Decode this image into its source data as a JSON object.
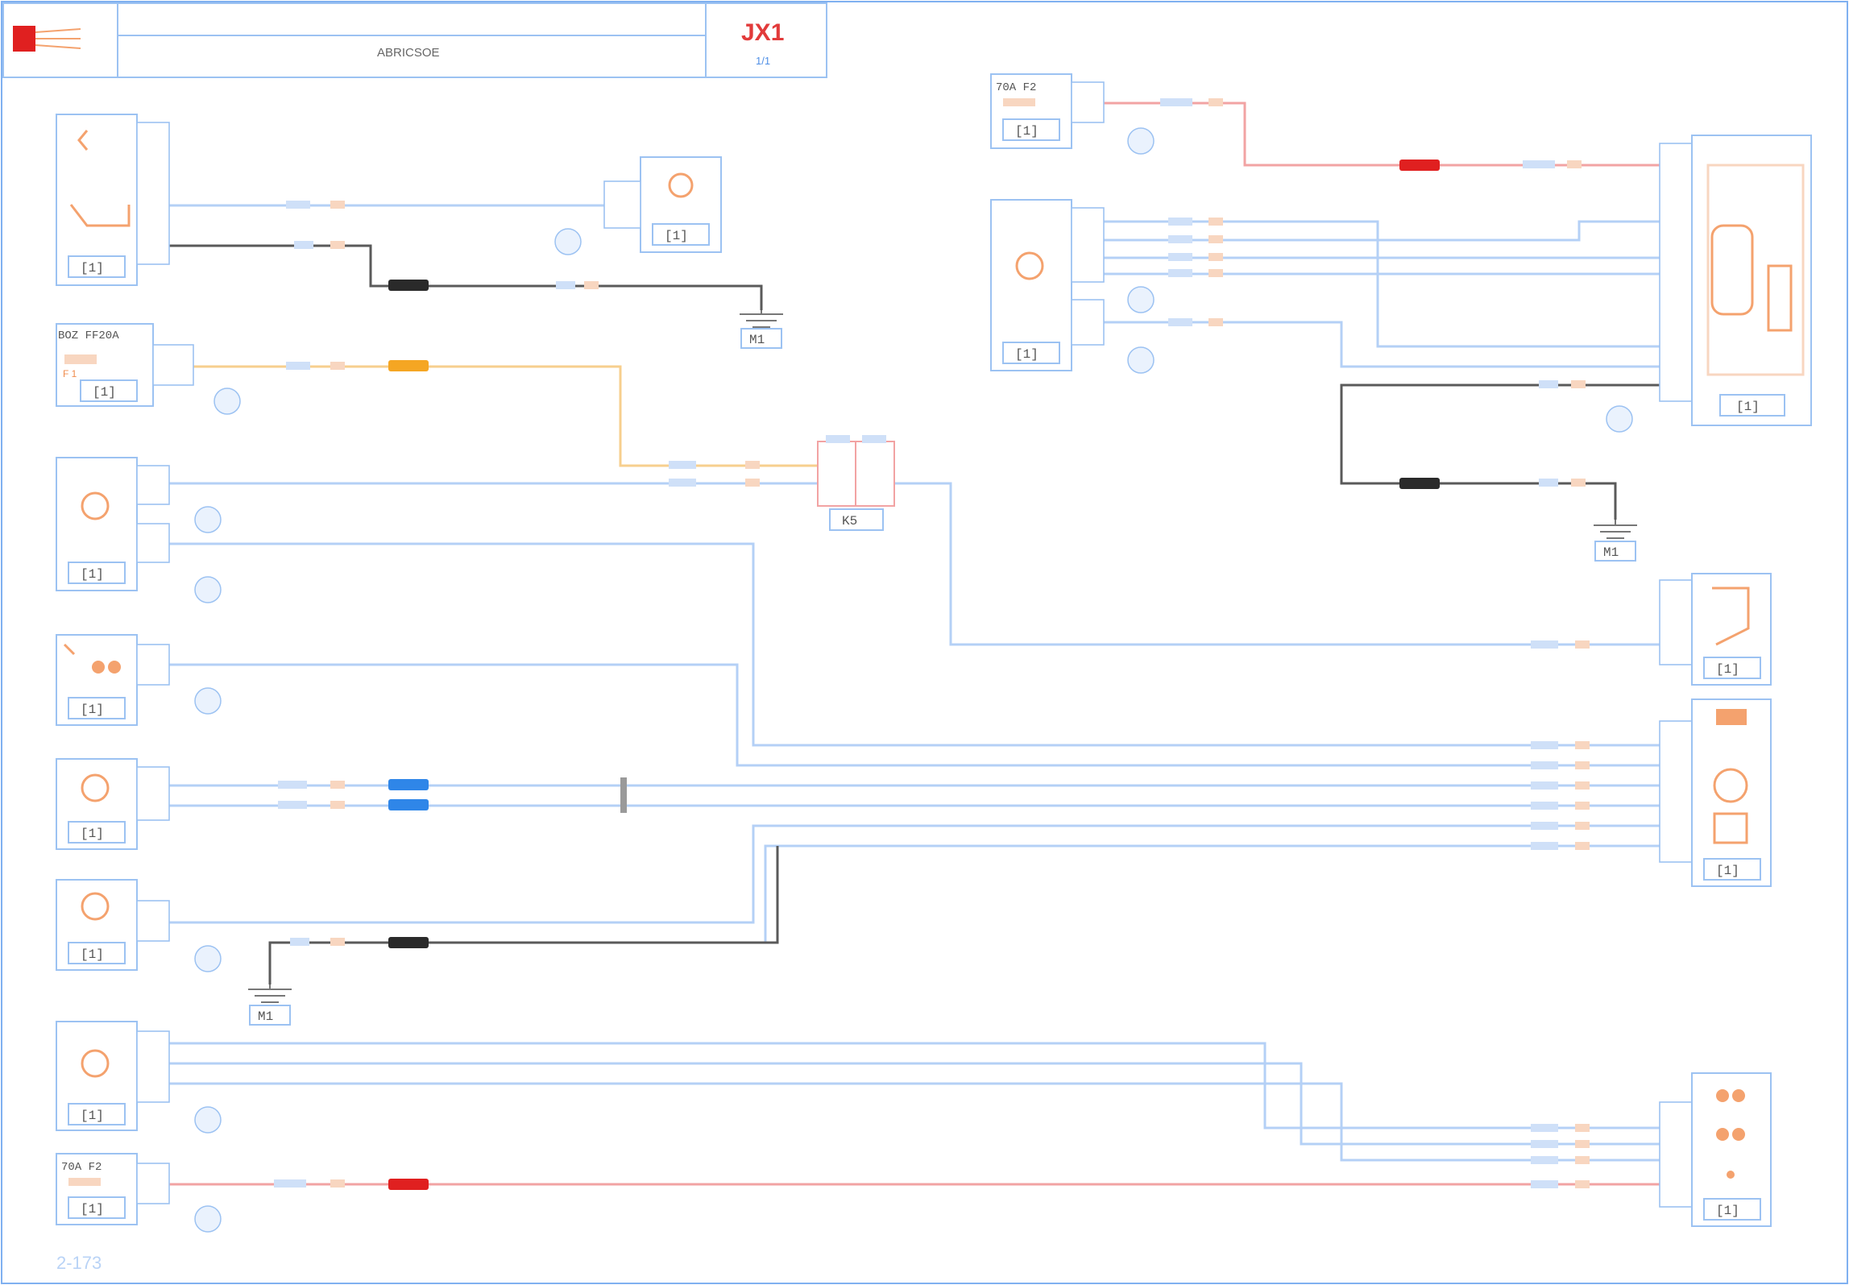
{
  "header": {
    "title": "ABRICSOE",
    "code": "JX1",
    "code_sub": "1/1"
  },
  "footer": {
    "page_ref": "2-173"
  },
  "components": [
    {
      "id": "c1",
      "tag": "[1]",
      "tagline": ""
    },
    {
      "id": "c2",
      "tag": "[1]",
      "tagline": ""
    },
    {
      "id": "c3",
      "tag": "[1]",
      "tagline": "BOZ  FF20A"
    },
    {
      "id": "c4",
      "tag": "[1]",
      "tagline": ""
    },
    {
      "id": "c5",
      "tag": "[1]",
      "tagline": ""
    },
    {
      "id": "c6",
      "tag": "[1]",
      "tagline": ""
    },
    {
      "id": "c7",
      "tag": "[1]",
      "tagline": ""
    },
    {
      "id": "c8",
      "tag": "[1]",
      "tagline": ""
    },
    {
      "id": "c9",
      "tag": "[1]",
      "tagline": "70A  F2"
    },
    {
      "id": "c10",
      "tag": "[1]",
      "tagline": "70A  F2"
    },
    {
      "id": "c11",
      "tag": "[1]",
      "tagline": ""
    },
    {
      "id": "c12",
      "tag": "[1]",
      "tagline": ""
    },
    {
      "id": "c13",
      "tag": "[1]",
      "tagline": ""
    },
    {
      "id": "c14",
      "tag": "[1]",
      "tagline": ""
    },
    {
      "id": "c15",
      "tag": "[1]",
      "tagline": ""
    }
  ],
  "grounds": [
    {
      "id": "g1",
      "label": "M1"
    },
    {
      "id": "g2",
      "label": "M1"
    },
    {
      "id": "g3",
      "label": "M1"
    }
  ],
  "relay": {
    "label": "K5"
  },
  "colors": {
    "wire_blue": "#b4d0f6",
    "wire_dark": "#5a5a5a",
    "wire_red": "#f2a3a3",
    "wire_orange": "#f7cf8e",
    "splice_black": "#2a2a2a",
    "splice_red": "#e02020",
    "splice_orange": "#f5a623",
    "splice_blue": "#2f86e8",
    "accent_orange": "#f4a26e"
  }
}
